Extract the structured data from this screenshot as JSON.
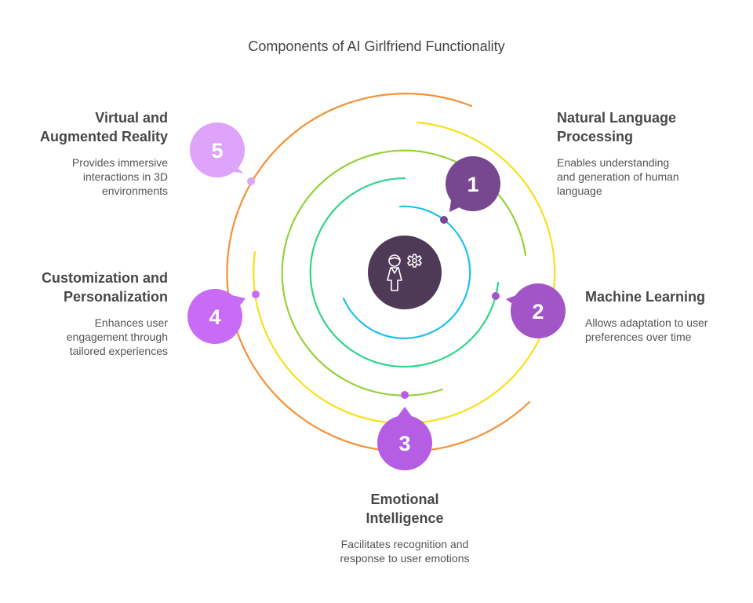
{
  "title": "Components of AI Girlfriend Functionality",
  "center_icon": "person-gear-icon",
  "colors": {
    "center": "#4e3a57",
    "ring_blue": "#1ec0ee",
    "ring_green": "#2fd58a",
    "ring_lime": "#94d33a",
    "ring_yellow": "#f8e01a",
    "ring_orange": "#f59137"
  },
  "components": [
    {
      "number": "1",
      "title_line1": "Natural Language",
      "title_line2": "Processing",
      "desc_line1": "Enables understanding",
      "desc_line2": "and generation of human",
      "desc_line3": "language",
      "color": "#77488f"
    },
    {
      "number": "2",
      "title_line1": "Machine Learning",
      "desc_line1": "Allows adaptation to user",
      "desc_line2": "preferences over time",
      "color": "#a355c8"
    },
    {
      "number": "3",
      "title_line1": "Emotional",
      "title_line2": "Intelligence",
      "desc_line1": "Facilitates recognition and",
      "desc_line2": "response to user emotions",
      "color": "#b55ee3"
    },
    {
      "number": "4",
      "title_line1": "Customization and",
      "title_line2": "Personalization",
      "desc_line1": "Enhances user",
      "desc_line2": "engagement through",
      "desc_line3": "tailored experiences",
      "color": "#c96cf5"
    },
    {
      "number": "5",
      "title_line1": "Virtual and",
      "title_line2": "Augmented Reality",
      "desc_line1": "Provides immersive",
      "desc_line2": "interactions in 3D",
      "desc_line3": "environments",
      "color": "#dea3fb"
    }
  ]
}
